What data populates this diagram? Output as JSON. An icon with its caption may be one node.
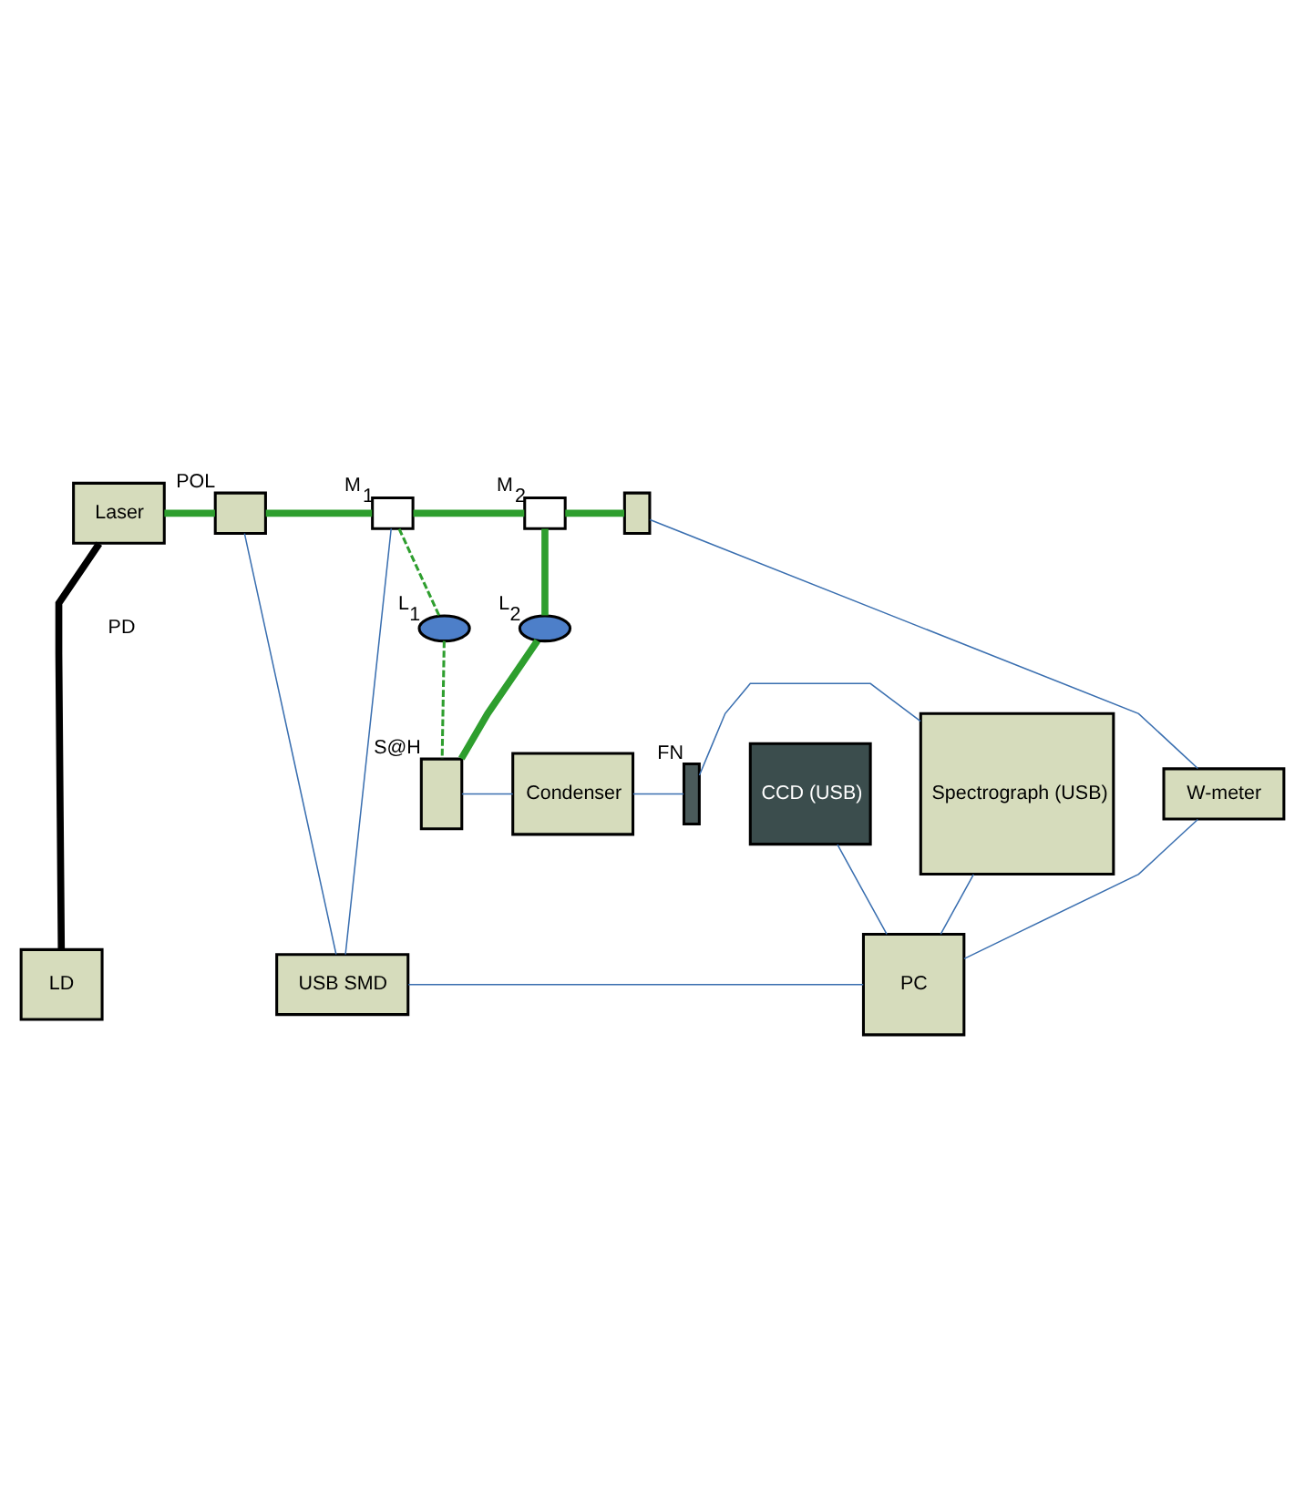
{
  "diagram": {
    "nodes": [
      {
        "text": [
          "Spectrograph (USB)"
        ]
      },
      {
        "text": [
          "CCD (USB)"
        ]
      },
      {
        "text": [
          "Condenser"
        ]
      },
      {
        "text": [
          "S@H"
        ]
      },
      {
        "text": [
          "FN"
        ]
      },
      {
        "text": [
          "L$_{1}$"
        ]
      },
      {
        "text": [
          "L$_{2}$"
        ]
      },
      {
        "text": [
          "POL"
        ]
      },
      {
        "text": [
          "M$_{1}$"
        ]
      },
      {
        "text": [
          "M$_{2}$"
        ]
      },
      {
        "text": [],
        "shape": "box"
      },
      {
        "text": [
          "Laser"
        ]
      },
      {
        "text": [
          "LD"
        ]
      },
      {
        "text": [
          "W-meter"
        ]
      },
      {
        "text": [
          "USB SMD"
        ]
      },
      {
        "text": [
          "PC"
        ]
      }
    ],
    "edges": [
      {
        "from": 11,
        "to": 7,
        "arrow": "none",
        "style": "thick",
        "color": "#2e9e2e"
      },
      {
        "from": 7,
        "to": 8,
        "arrow": "none",
        "style": "thick",
        "color": "#2e9e2e"
      },
      {
        "from": 8,
        "to": 9,
        "arrow": "none",
        "style": "thick",
        "color": "#2e9e2e"
      },
      {
        "from": 9,
        "to": 10,
        "arrow": "none",
        "style": "thick",
        "color": "#2e9e2e"
      },
      {
        "from": 9,
        "to": 6,
        "arrow": "none",
        "style": "thick",
        "color": "#2e9e2e"
      },
      {
        "from": 6,
        "to": 3,
        "arrow": "none",
        "style": "thick",
        "color": "#2e9e2e"
      },
      {
        "from": 8,
        "to": 5,
        "arrow": "none",
        "style": "dashed",
        "color": "#2e9e2e"
      },
      {
        "from": 5,
        "to": 3,
        "arrow": "none",
        "style": "dashed",
        "color": "#2e9e2e"
      },
      {
        "from": 3,
        "to": 2,
        "arrow": "none",
        "color": "#3a6fb0"
      },
      {
        "from": 2,
        "to": 4,
        "arrow": "none",
        "color": "#3a6fb0"
      },
      {
        "from": 4,
        "to": 0,
        "arrow": "none",
        "color": "#3a6fb0"
      },
      {
        "from": 11,
        "to": 12,
        "arrow": "none",
        "style": "thick",
        "color": "#000000"
      },
      {
        "from": 7,
        "to": 14,
        "arrow": "none",
        "color": "#3a6fb0"
      },
      {
        "from": 8,
        "to": 14,
        "arrow": "none",
        "color": "#3a6fb0"
      },
      {
        "from": 10,
        "to": 13,
        "arrow": "none",
        "color": "#3a6fb0"
      },
      {
        "from": 13,
        "to": 15,
        "arrow": "none",
        "color": "#3a6fb0"
      },
      {
        "from": 14,
        "to": 15,
        "arrow": "none",
        "color": "#3a6fb0"
      },
      {
        "from": 0,
        "to": 15,
        "arrow": "none",
        "color": "#3a6fb0"
      },
      {
        "from": 1,
        "to": 15,
        "arrow": "none",
        "color": "#3a6fb0"
      }
    ],
    "labels": [
      "PD"
    ]
  }
}
